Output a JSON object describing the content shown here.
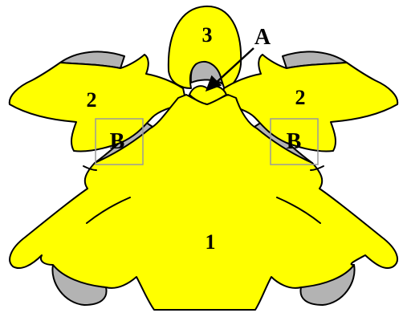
{
  "labels": {
    "region_1": "1",
    "region_2_left": "2",
    "region_2_right": "2",
    "region_3": "3",
    "pointer_a": "A",
    "box_b_left": "B",
    "box_b_right": "B"
  },
  "colors": {
    "bone": "#ffff00",
    "joint_surface": "#b3b3b3",
    "outline": "#000000",
    "box": "#9a9a9a",
    "background": "#ffffff"
  }
}
